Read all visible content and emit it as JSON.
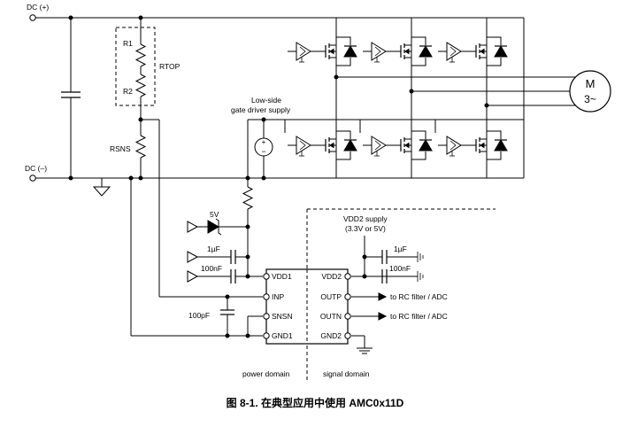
{
  "labels": {
    "dc_pos": "DC (+)",
    "dc_neg": "DC (–)",
    "r1": "R1",
    "r2": "R2",
    "rtop": "RTOP",
    "rsns": "RSNS",
    "lowside_1": "Low-side",
    "lowside_2": "gate driver supply",
    "motor_m": "M",
    "motor_3": "3~",
    "zener_5v": "5V",
    "cap_1uf_left": "1µF",
    "cap_100nf_left": "100nF",
    "cap_100pf": "100pF",
    "vdd2_supply_1": "VDD2 supply",
    "vdd2_supply_2": "(3.3V or 5V)",
    "cap_1uf_right": "1µF",
    "cap_100nf_right": "100nF",
    "pin_vdd1": "VDD1",
    "pin_inp": "INP",
    "pin_snsn": "SNSN",
    "pin_gnd1": "GND1",
    "pin_vdd2": "VDD2",
    "pin_outp": "OUTP",
    "pin_outn": "OUTN",
    "pin_gnd2": "GND2",
    "to_rc_1": "to RC filter / ADC",
    "to_rc_2": "to RC filter / ADC",
    "power_domain": "power domain",
    "signal_domain": "signal domain",
    "caption": "图 8-1. 在典型应用中使用 AMC0x11D"
  }
}
